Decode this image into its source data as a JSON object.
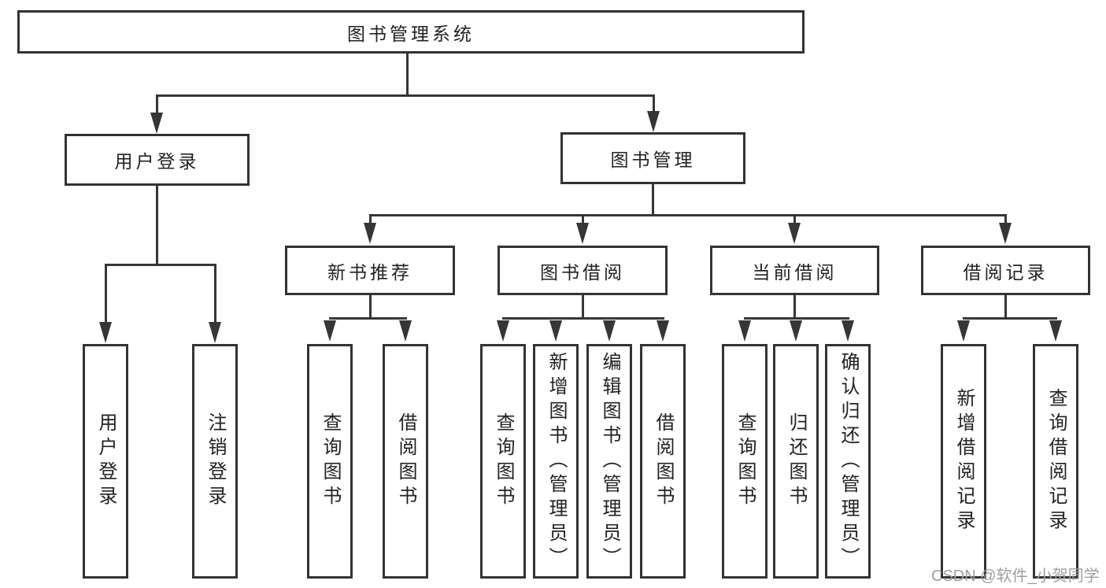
{
  "tree": {
    "label": "图书管理系统",
    "children": [
      {
        "label": "用户登录",
        "children": [
          {
            "label": "用户登录"
          },
          {
            "label": "注销登录"
          }
        ]
      },
      {
        "label": "图书管理",
        "children": [
          {
            "label": "新书推荐",
            "children": [
              {
                "label": "查询图书"
              },
              {
                "label": "借阅图书"
              }
            ]
          },
          {
            "label": "图书借阅",
            "children": [
              {
                "label": "查询图书"
              },
              {
                "label": "新增图书（管理员）"
              },
              {
                "label": "编辑图书（管理员）"
              },
              {
                "label": "借阅图书"
              }
            ]
          },
          {
            "label": "当前借阅",
            "children": [
              {
                "label": "查询图书"
              },
              {
                "label": "归还图书"
              },
              {
                "label": "确认归还（管理员）"
              }
            ]
          },
          {
            "label": "借阅记录",
            "children": [
              {
                "label": "新增借阅记录"
              },
              {
                "label": "查询借阅记录"
              }
            ]
          }
        ]
      }
    ]
  },
  "watermark": "CSDN @软件_小贺同学",
  "colors": {
    "line": "#363636",
    "border": "#333333",
    "text": "#222222",
    "watermark": "#9e9e9e",
    "background": "#ffffff"
  }
}
